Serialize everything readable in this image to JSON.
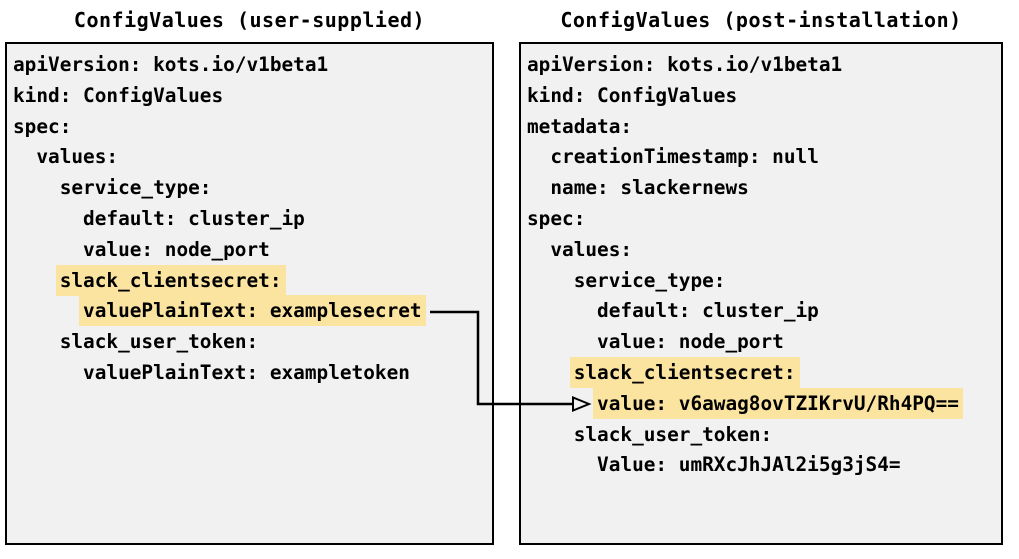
{
  "colors": {
    "page_background": "#ffffff",
    "panel_background": "#f1f1f2",
    "panel_border": "#000000",
    "highlight": "#fbe3a0",
    "text": "#000000",
    "arrow": "#000000"
  },
  "left_panel": {
    "title": "ConfigValues (user-supplied)",
    "lines": [
      {
        "indent": "",
        "text": "apiVersion: kots.io/v1beta1",
        "highlight": false
      },
      {
        "indent": "",
        "text": "kind: ConfigValues",
        "highlight": false
      },
      {
        "indent": "",
        "text": "spec:",
        "highlight": false
      },
      {
        "indent": "  ",
        "text": "values:",
        "highlight": false
      },
      {
        "indent": "    ",
        "text": "service_type:",
        "highlight": false
      },
      {
        "indent": "      ",
        "text": "default: cluster_ip",
        "highlight": false
      },
      {
        "indent": "      ",
        "text": "value: node_port",
        "highlight": false
      },
      {
        "indent": "    ",
        "text": "slack_clientsecret:",
        "highlight": true
      },
      {
        "indent": "      ",
        "text": "valuePlainText: examplesecret",
        "highlight": true
      },
      {
        "indent": "    ",
        "text": "slack_user_token:",
        "highlight": false
      },
      {
        "indent": "      ",
        "text": "valuePlainText: exampletoken",
        "highlight": false
      }
    ]
  },
  "right_panel": {
    "title": "ConfigValues (post-installation)",
    "lines": [
      {
        "indent": "",
        "text": "apiVersion: kots.io/v1beta1",
        "highlight": false
      },
      {
        "indent": "",
        "text": "kind: ConfigValues",
        "highlight": false
      },
      {
        "indent": "",
        "text": "metadata:",
        "highlight": false
      },
      {
        "indent": "  ",
        "text": "creationTimestamp: null",
        "highlight": false
      },
      {
        "indent": "  ",
        "text": "name: slackernews",
        "highlight": false
      },
      {
        "indent": "",
        "text": "spec:",
        "highlight": false
      },
      {
        "indent": "  ",
        "text": "values:",
        "highlight": false
      },
      {
        "indent": "    ",
        "text": "service_type:",
        "highlight": false
      },
      {
        "indent": "      ",
        "text": "default: cluster_ip",
        "highlight": false
      },
      {
        "indent": "      ",
        "text": "value: node_port",
        "highlight": false
      },
      {
        "indent": "    ",
        "text": "slack_clientsecret:",
        "highlight": true
      },
      {
        "indent": "      ",
        "text": "value: v6awag8ovTZIKrvU/Rh4PQ==",
        "highlight": true
      },
      {
        "indent": "    ",
        "text": "slack_user_token:",
        "highlight": false
      },
      {
        "indent": "      ",
        "text": "Value: umRXcJhJAl2i5g3jS4=",
        "highlight": false
      }
    ]
  },
  "arrow": {
    "from": "valuePlainText: examplesecret",
    "to": "value: v6awag8ovTZIKrvU/Rh4PQ=="
  }
}
